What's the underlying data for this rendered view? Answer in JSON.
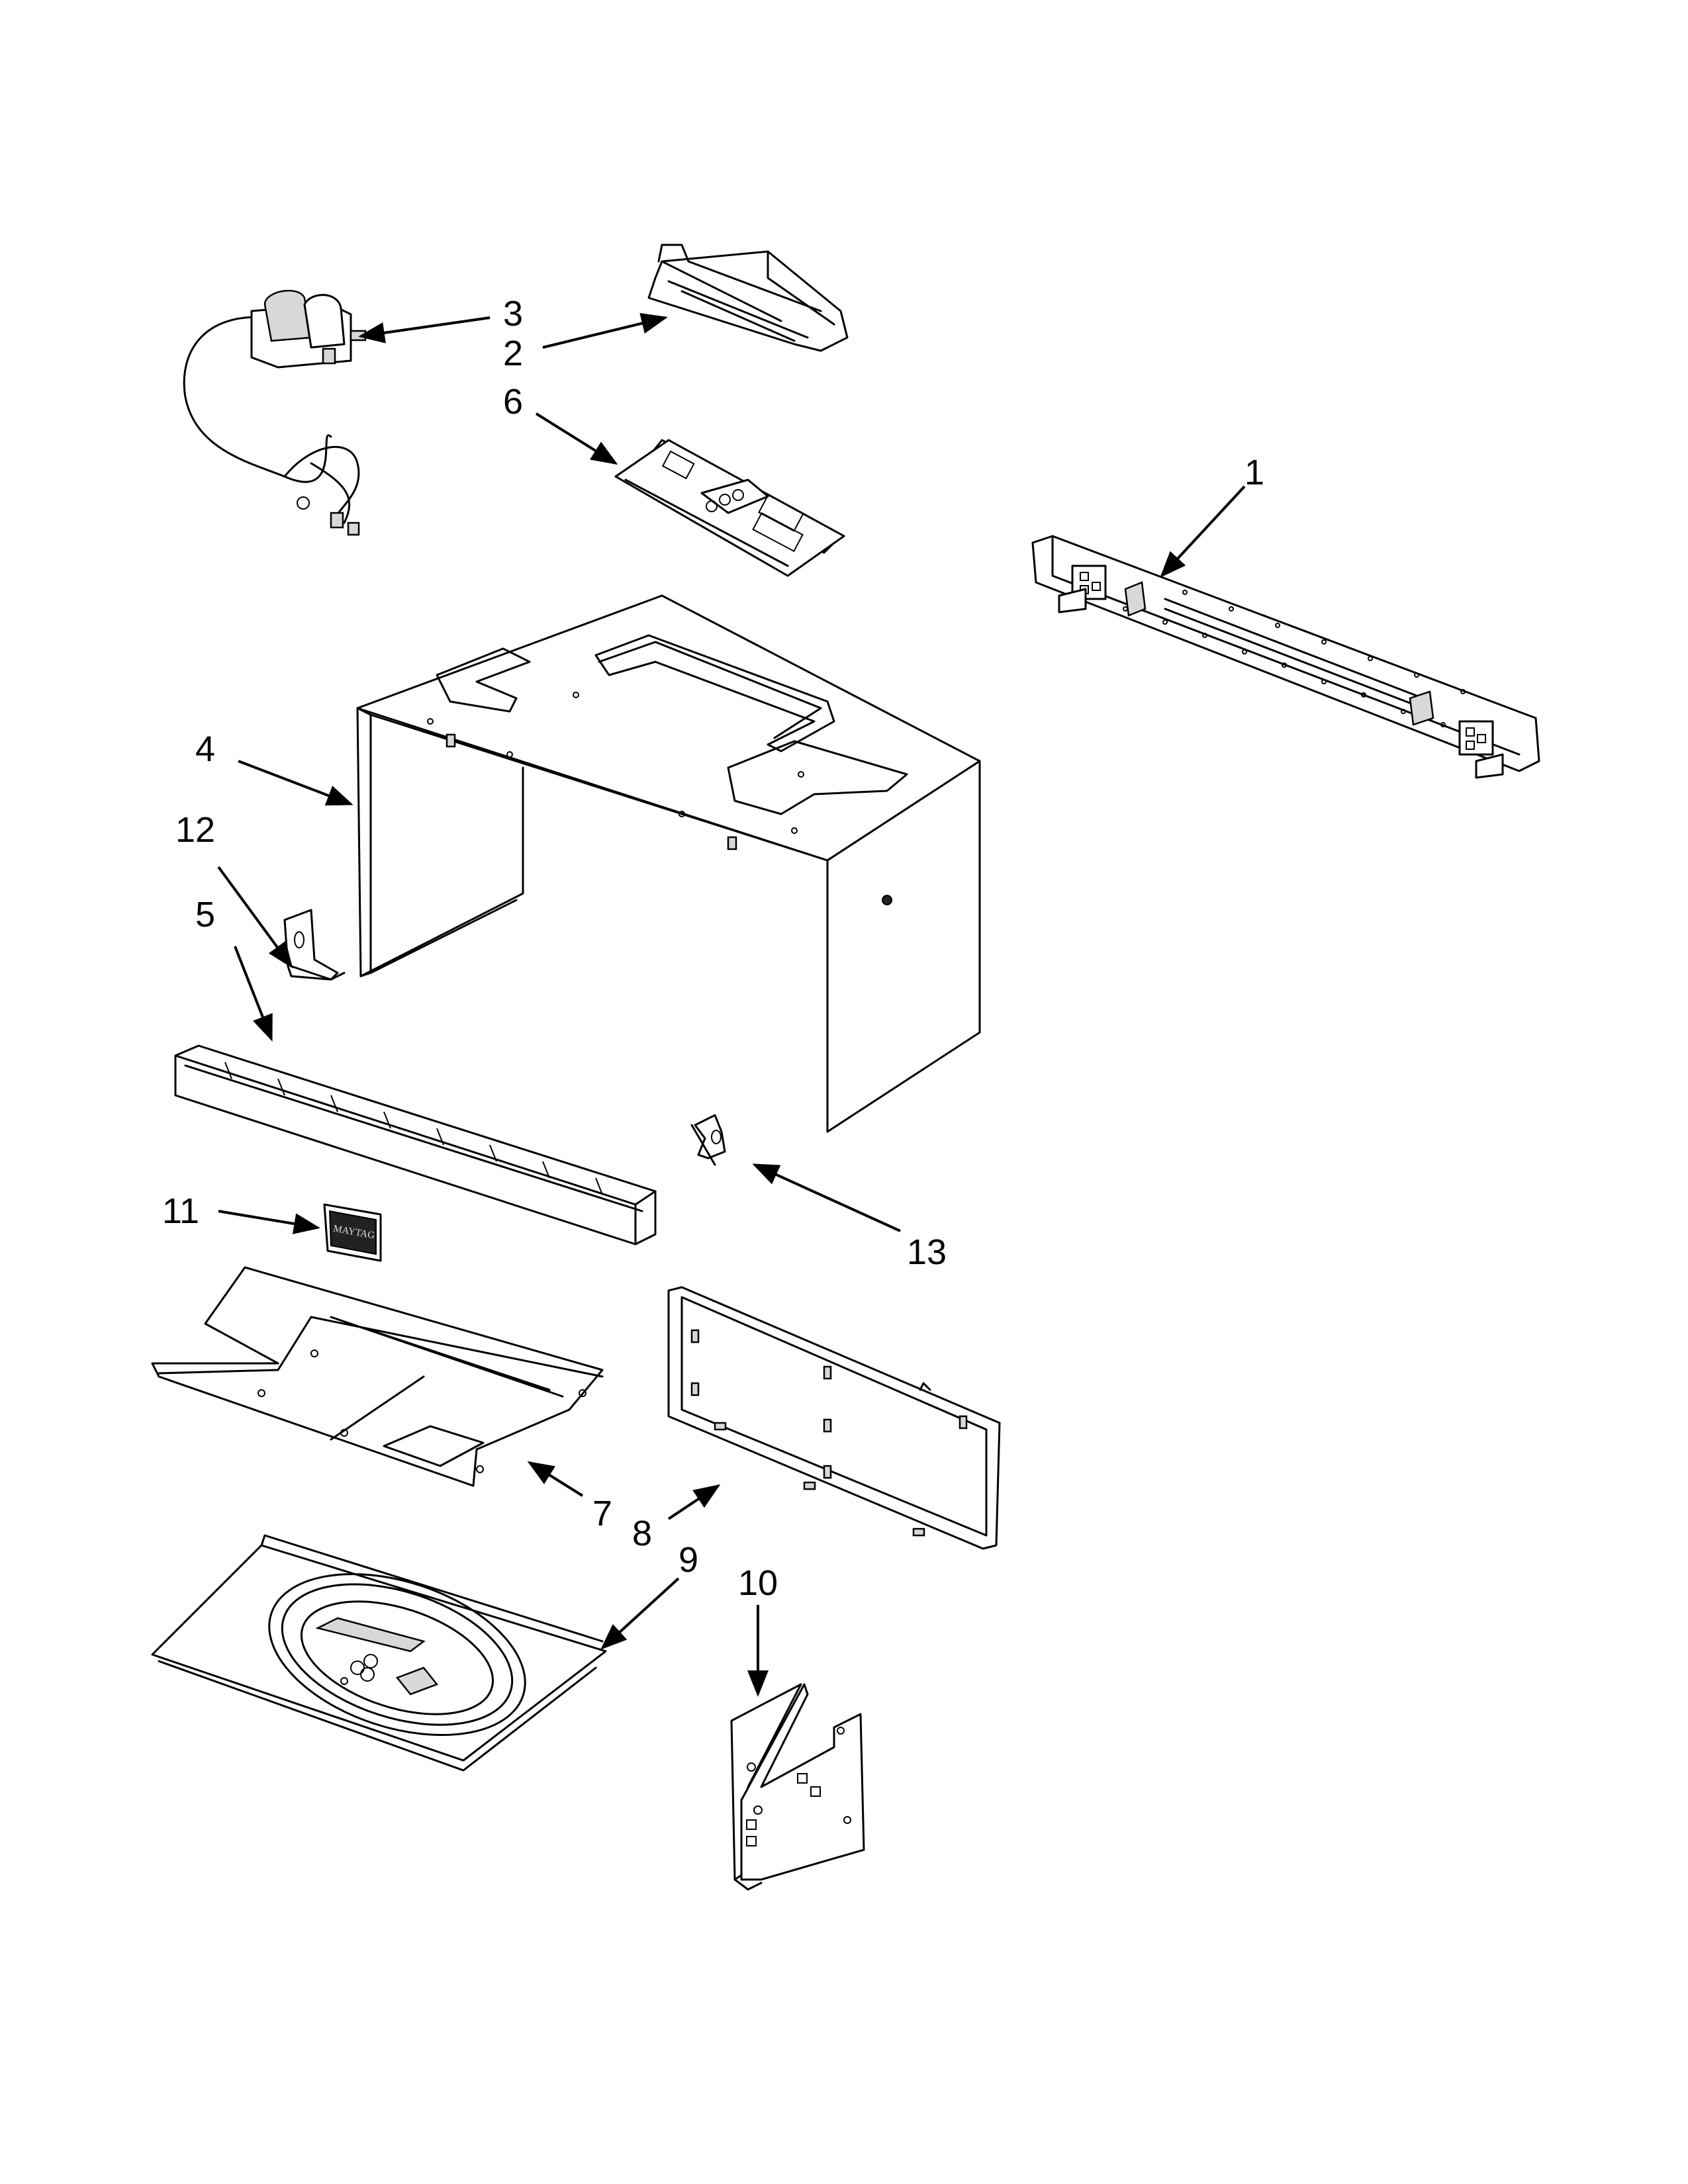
{
  "callouts": {
    "p1": "1",
    "p2": "2",
    "p3": "3",
    "p4": "4",
    "p5": "5",
    "p6": "6",
    "p7": "7",
    "p8": "8",
    "p9": "9",
    "p10": "10",
    "p11": "11",
    "p12": "12",
    "p13": "13"
  },
  "badge_text": "MAYTAG"
}
